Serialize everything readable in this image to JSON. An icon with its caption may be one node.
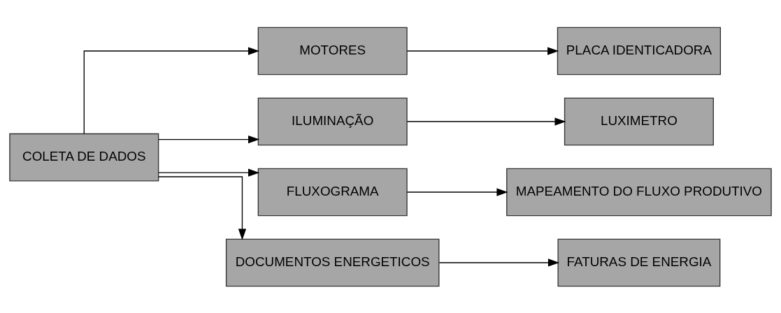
{
  "diagram": {
    "nodes": [
      {
        "text": [
          "COLETA DE DADOS"
        ]
      },
      {
        "text": [
          "MOTORES"
        ]
      },
      {
        "text": [
          "PLACA IDENTICADORA"
        ]
      },
      {
        "text": [
          "ILUMINAÇÃO"
        ]
      },
      {
        "text": [
          "LUXIMETRO"
        ]
      },
      {
        "text": [
          "FLUXOGRAMA"
        ]
      },
      {
        "text": [
          "MAPEAMENTO DO FLUXO PRODUTIVO"
        ]
      },
      {
        "text": [
          "DOCUMENTOS ENERGETICOS"
        ]
      },
      {
        "text": [
          "FATURAS DE ENERGIA"
        ]
      }
    ],
    "edges": [
      {
        "from": 0,
        "to": 1,
        "arrow": "to"
      },
      {
        "from": 0,
        "to": 3,
        "arrow": "to"
      },
      {
        "from": 0,
        "to": 5,
        "arrow": "to"
      },
      {
        "from": 0,
        "to": 7,
        "arrow": "to"
      },
      {
        "from": 1,
        "to": 2,
        "arrow": "to"
      },
      {
        "from": 3,
        "to": 4,
        "arrow": "to"
      },
      {
        "from": 5,
        "to": 6,
        "arrow": "to"
      },
      {
        "from": 7,
        "to": 8,
        "arrow": "to"
      }
    ]
  }
}
